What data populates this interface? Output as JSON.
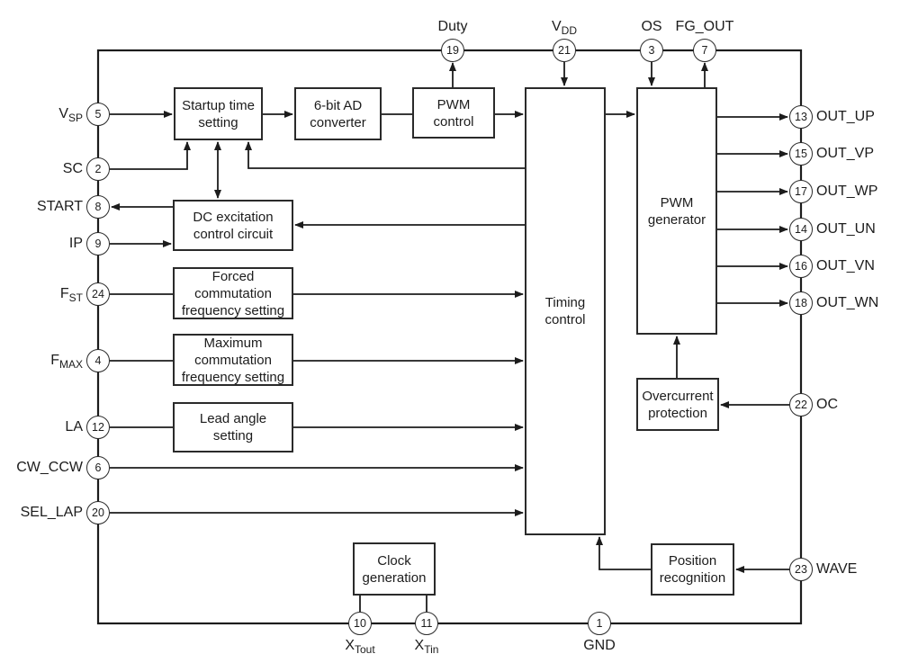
{
  "colors": {
    "line": "#1c1c1c",
    "background": "#ffffff"
  },
  "blocks": {
    "startup": {
      "label": "Startup time setting"
    },
    "adc": {
      "label": "6-bit AD converter"
    },
    "pwm_control": {
      "label": "PWM control"
    },
    "dc_excitation": {
      "label": "DC excitation control circuit"
    },
    "forced_commutation": {
      "label": "Forced commutation frequency setting"
    },
    "max_commutation": {
      "label": "Maximum commutation frequency setting"
    },
    "lead_angle": {
      "label": "Lead angle setting"
    },
    "timing": {
      "label": "Timing control"
    },
    "pwm_generator": {
      "label": "PWM generator"
    },
    "overcurrent": {
      "label": "Overcurrent protection"
    },
    "position": {
      "label": "Position recognition"
    },
    "clock": {
      "label": "Clock generation"
    }
  },
  "pins": {
    "vsp": {
      "num": "5",
      "main": "V",
      "sub": "SP"
    },
    "sc": {
      "num": "2",
      "main": "SC"
    },
    "start": {
      "num": "8",
      "main": "START"
    },
    "ip": {
      "num": "9",
      "main": "IP"
    },
    "fst": {
      "num": "24",
      "main": "F",
      "sub": "ST"
    },
    "fmax": {
      "num": "4",
      "main": "F",
      "sub": "MAX"
    },
    "la": {
      "num": "12",
      "main": "LA"
    },
    "cw_ccw": {
      "num": "6",
      "main": "CW_CCW"
    },
    "sel_lap": {
      "num": "20",
      "main": "SEL_LAP"
    },
    "duty": {
      "num": "19",
      "main": "Duty"
    },
    "vdd": {
      "num": "21",
      "main": "V",
      "sub": "DD"
    },
    "os": {
      "num": "3",
      "main": "OS"
    },
    "fg_out": {
      "num": "7",
      "main": "FG_OUT"
    },
    "out_up": {
      "num": "13",
      "main": "OUT_UP"
    },
    "out_vp": {
      "num": "15",
      "main": "OUT_VP"
    },
    "out_wp": {
      "num": "17",
      "main": "OUT_WP"
    },
    "out_un": {
      "num": "14",
      "main": "OUT_UN"
    },
    "out_vn": {
      "num": "16",
      "main": "OUT_VN"
    },
    "out_wn": {
      "num": "18",
      "main": "OUT_WN"
    },
    "oc": {
      "num": "22",
      "main": "OC"
    },
    "wave": {
      "num": "23",
      "main": "WAVE"
    },
    "xtout": {
      "num": "10",
      "main": "X",
      "sub": "Tout"
    },
    "xtin": {
      "num": "11",
      "main": "X",
      "sub": "Tin"
    },
    "gnd": {
      "num": "1",
      "main": "GND"
    }
  }
}
